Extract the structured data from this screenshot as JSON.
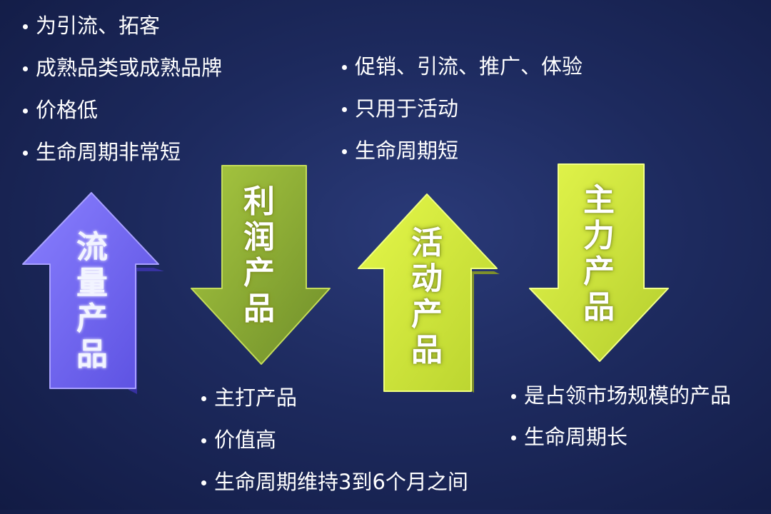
{
  "groups": {
    "liuliang": {
      "items": [
        "为引流、拓客",
        "成熟品类或成熟品牌",
        "价格低",
        "生命周期非常短"
      ]
    },
    "huodong": {
      "items": [
        "促销、引流、推广、体验",
        "只用于活动",
        "生命周期短"
      ]
    },
    "lirun": {
      "items": [
        "主打产品",
        "价值高",
        "生命周期维持3到6个月之间"
      ]
    },
    "zhuli": {
      "items": [
        "是占领市场规模的产品",
        "生命周期长"
      ]
    }
  },
  "arrows": [
    {
      "key": "liuliang",
      "direction": "up",
      "chars": [
        "流",
        "量",
        "产",
        "品"
      ],
      "color": "#6e63f0"
    },
    {
      "key": "lirun",
      "direction": "down",
      "chars": [
        "利",
        "润",
        "产",
        "品"
      ],
      "color": "#8fb33a"
    },
    {
      "key": "huodong",
      "direction": "up",
      "chars": [
        "活",
        "动",
        "产",
        "品"
      ],
      "color": "#d4ee3a"
    },
    {
      "key": "zhuli",
      "direction": "down",
      "chars": [
        "主",
        "力",
        "产",
        "品"
      ],
      "color": "#d6ea3e"
    }
  ]
}
